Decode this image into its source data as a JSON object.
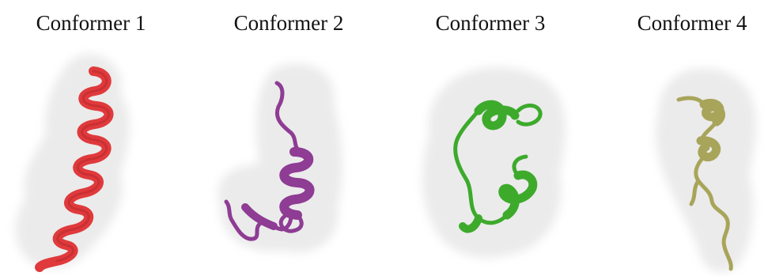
{
  "conformers": [
    {
      "label": "Conformer 1",
      "color": "#e03a3c",
      "shape": "alpha-helix"
    },
    {
      "label": "Conformer 2",
      "color": "#8e3c94",
      "shape": "helix-with-coils"
    },
    {
      "label": "Conformer 3",
      "color": "#3daa2c",
      "shape": "compact-coil-with-short-helices"
    },
    {
      "label": "Conformer 4",
      "color": "#a8a55a",
      "shape": "extended-coil"
    }
  ],
  "surface_color": "#e9e9e9"
}
